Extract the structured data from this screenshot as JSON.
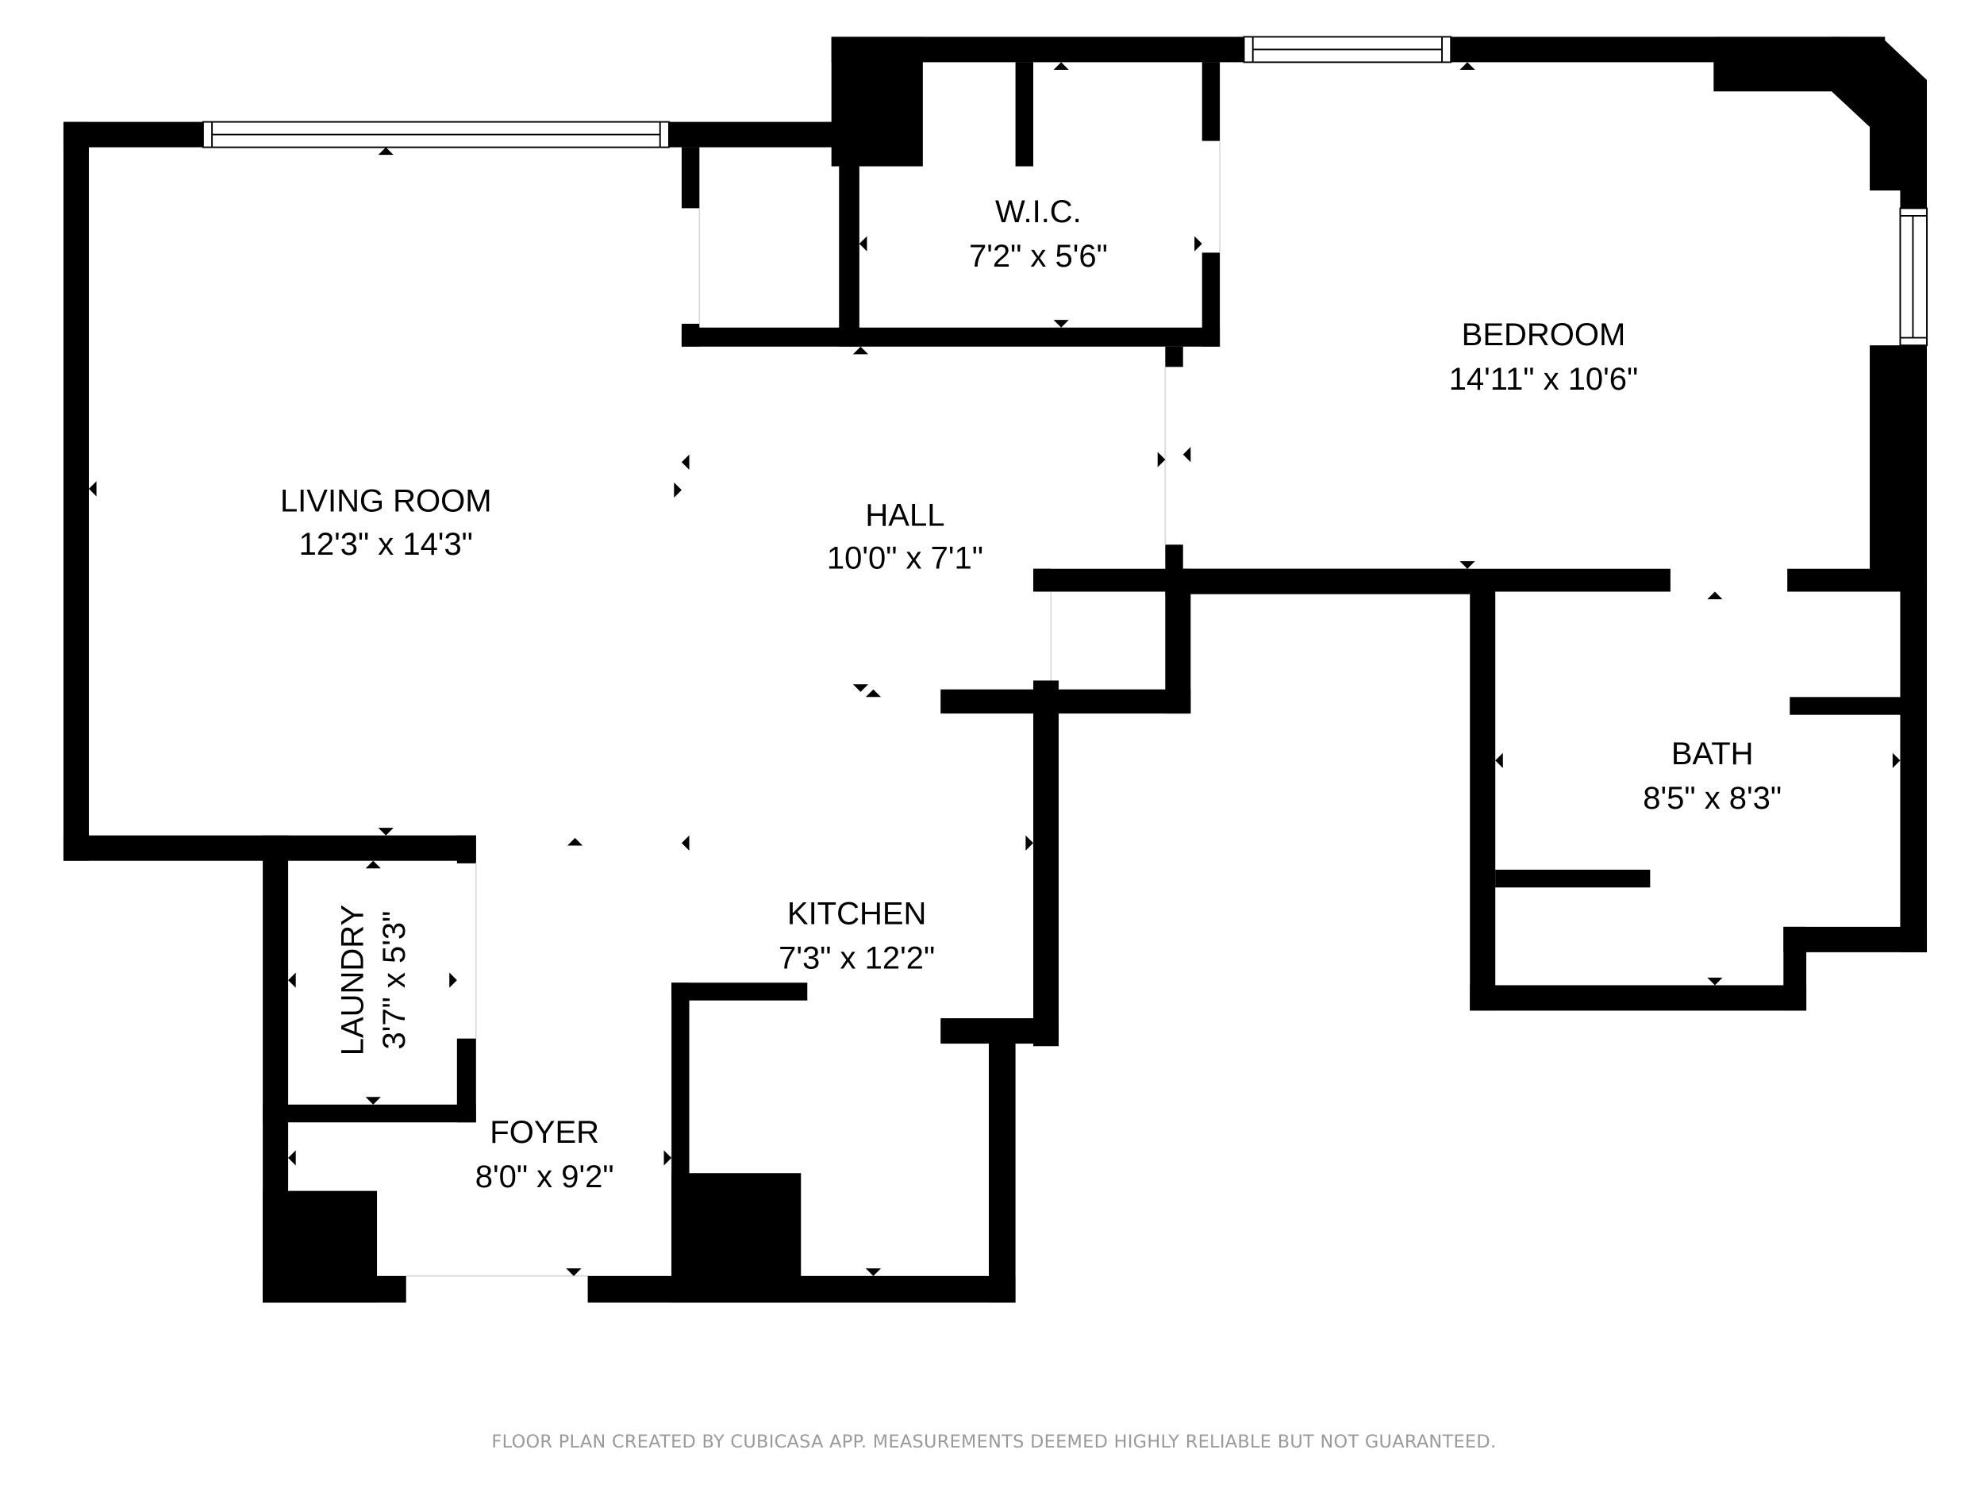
{
  "plan": {
    "type": "floor-plan",
    "wall_color": "#000000",
    "background_color": "#ffffff",
    "footer_color": "#9a9a9a"
  },
  "rooms": {
    "living_room": {
      "name": "LIVING ROOM",
      "dimensions": "12'3\" x 14'3\""
    },
    "hall": {
      "name": "HALL",
      "dimensions": "10'0\" x 7'1\""
    },
    "wic": {
      "name": "W.I.C.",
      "dimensions": "7'2\" x 5'6\""
    },
    "bedroom": {
      "name": "BEDROOM",
      "dimensions": "14'11\" x 10'6\""
    },
    "bath": {
      "name": "BATH",
      "dimensions": "8'5\" x 8'3\""
    },
    "kitchen": {
      "name": "KITCHEN",
      "dimensions": "7'3\" x 12'2\""
    },
    "laundry": {
      "name": "LAUNDRY",
      "dimensions": "3'7\" x 5'3\""
    },
    "foyer": {
      "name": "FOYER",
      "dimensions": "8'0\" x 9'2\""
    }
  },
  "footer": {
    "disclaimer": "FLOOR PLAN CREATED BY CUBICASA APP. MEASUREMENTS DEEMED HIGHLY RELIABLE BUT NOT GUARANTEED."
  }
}
